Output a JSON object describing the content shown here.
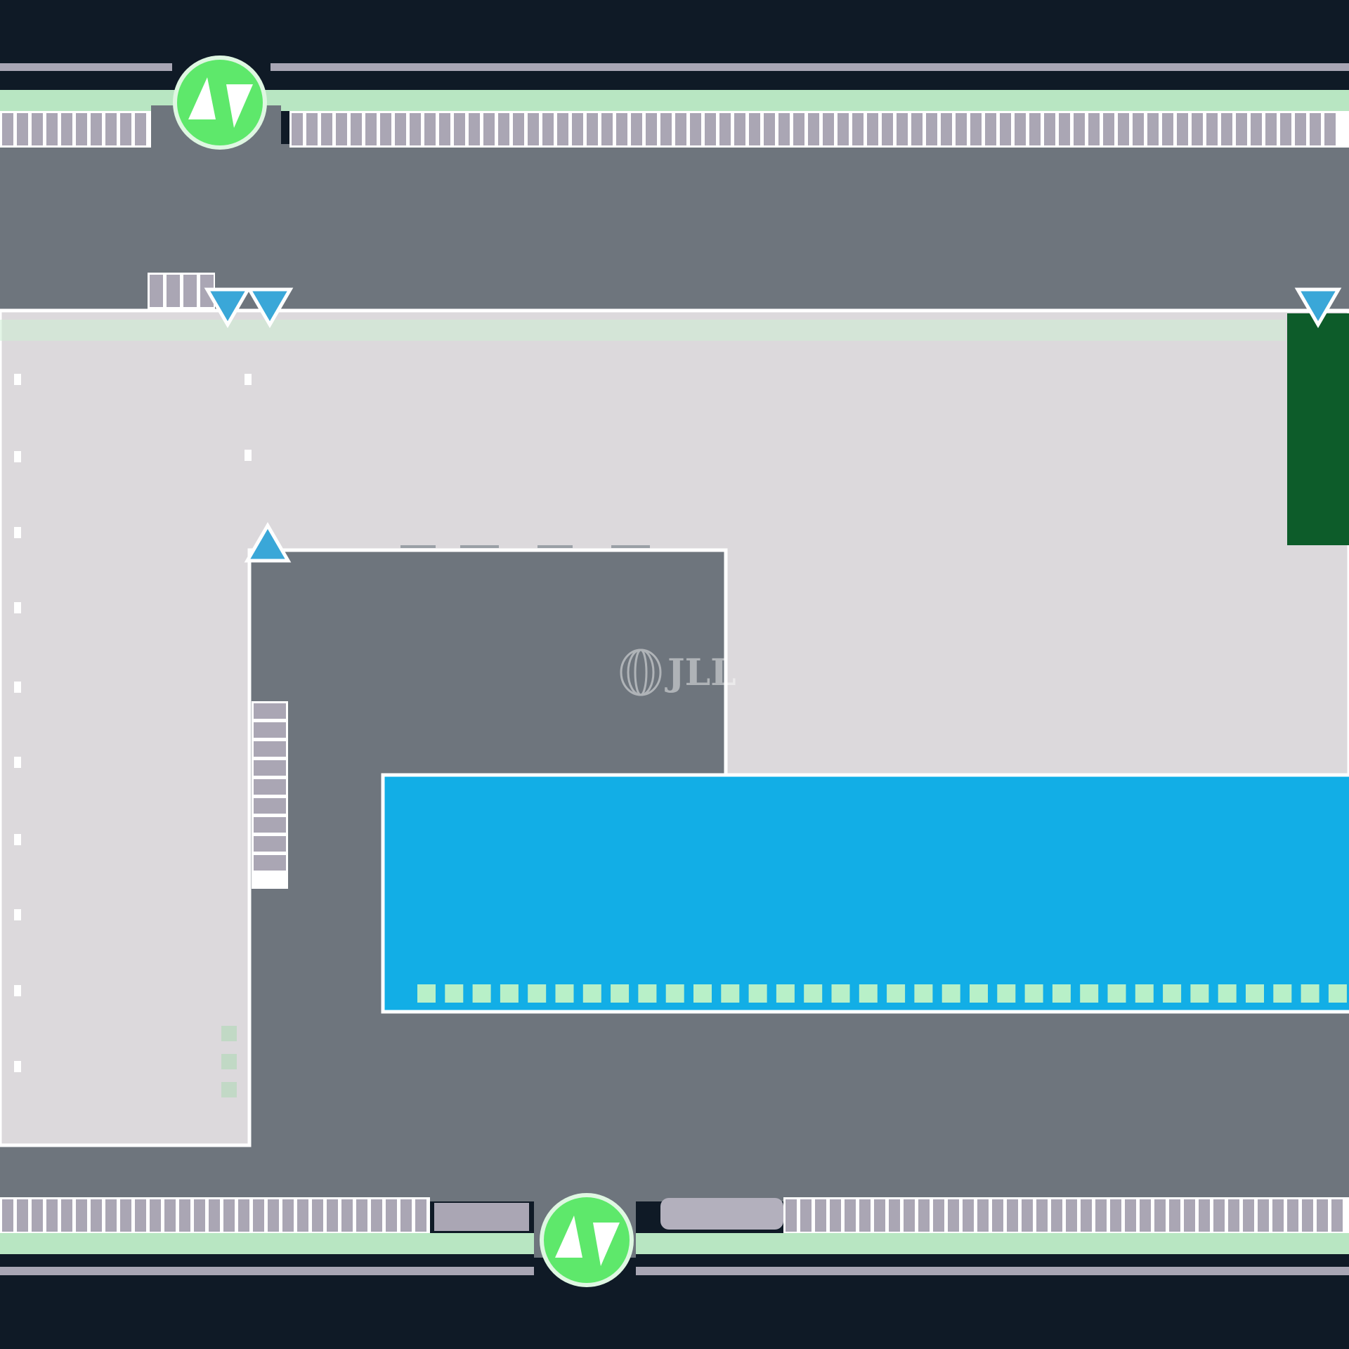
{
  "site_plan": {
    "watermark": {
      "text": "JLL"
    },
    "entrances": [
      {
        "name": "entrance-north",
        "icon": "two-way-arrows-icon"
      },
      {
        "name": "entrance-south",
        "icon": "two-way-arrows-icon"
      }
    ],
    "markers": {
      "icon": "triangle-marker-icon"
    },
    "colors": {
      "background": "#0f1a26",
      "road": "#6e757d",
      "building": "#dcd9dc",
      "highlight_unit": "#12aee6",
      "green_strip": "#b8e6c2",
      "entrance_circle": "#5ee86b",
      "green_block": "#0d5c2a",
      "marker": "#3aa7d8",
      "parking": "#aaa6b4"
    }
  }
}
